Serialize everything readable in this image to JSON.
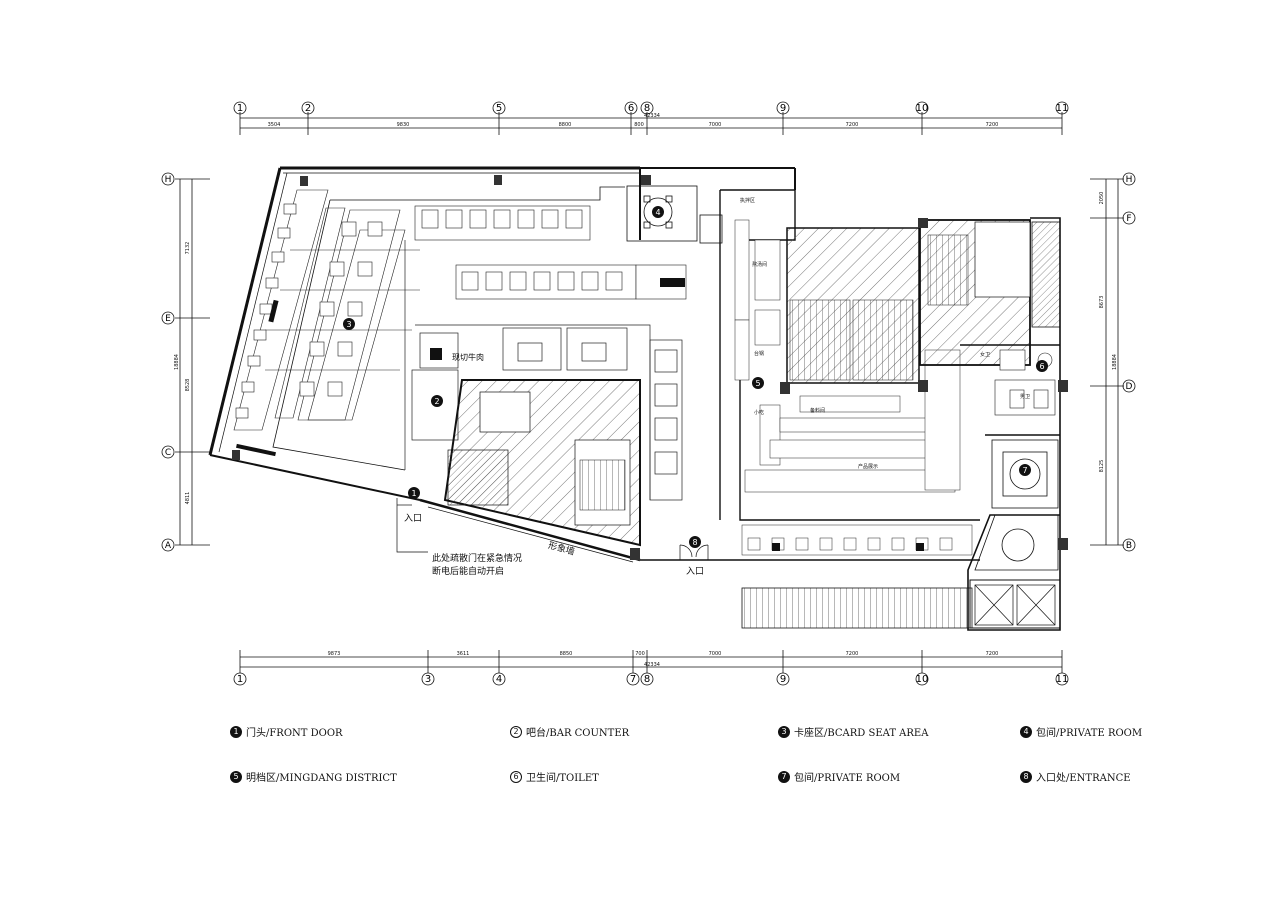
{
  "grid_top": {
    "labels": [
      "1",
      "2",
      "5",
      "6",
      "8",
      "9",
      "10",
      "11"
    ],
    "dims": [
      "3504",
      "9830",
      "8800",
      "800",
      "7000",
      "7200",
      "7200"
    ],
    "total": "42334"
  },
  "grid_bottom": {
    "labels": [
      "1",
      "3",
      "4",
      "7",
      "8",
      "9",
      "10",
      "11"
    ],
    "dims": [
      "9873",
      "3611",
      "8850",
      "700",
      "7000",
      "7200",
      "7200"
    ],
    "total": "42334"
  },
  "grid_left": {
    "labels": [
      "H",
      "E",
      "C",
      "A"
    ],
    "dims": [
      "7132",
      "8528",
      "4811"
    ],
    "total": "18884"
  },
  "grid_right": {
    "labels": [
      "H",
      "F",
      "D",
      "B"
    ],
    "dims": [
      "2050",
      "8673",
      "8125"
    ],
    "total": "18884"
  },
  "plan_labels": {
    "entrance_left": "入口",
    "entrance_right": "入口",
    "feature_wall": "形象墙",
    "emergency_note_1": "此处疏散门在紧急情况",
    "emergency_note_2": "断电后能自动开启",
    "cutting_room": "现切牛肉",
    "circle_4": "4",
    "circle_3": "3",
    "circle_2": "2",
    "circle_1": "1",
    "circle_5": "5",
    "circle_6": "6",
    "circle_7": "7",
    "circle_8": "8",
    "small_1": "执拌区",
    "small_2": "熬汤间",
    "small_3": "小吃",
    "small_4": "备料间",
    "small_5": "台锅",
    "small_6": "产品展示",
    "small_7": "男卫",
    "small_8": "女卫"
  },
  "legend": [
    {
      "num": "1",
      "text": "门头/FRONT DOOR",
      "style": "filled"
    },
    {
      "num": "2",
      "text": "吧台/BAR COUNTER",
      "style": "outline"
    },
    {
      "num": "3",
      "text": "卡座区/BCARD SEAT AREA",
      "style": "filled"
    },
    {
      "num": "4",
      "text": "包间/PRIVATE ROOM",
      "style": "filled"
    },
    {
      "num": "5",
      "text": "明档区/MINGDANG DISTRICT",
      "style": "filled"
    },
    {
      "num": "6",
      "text": "卫生间/TOILET",
      "style": "outline"
    },
    {
      "num": "7",
      "text": "包间/PRIVATE ROOM",
      "style": "filled"
    },
    {
      "num": "8",
      "text": "入口处/ENTRANCE",
      "style": "filled"
    }
  ],
  "colors": {
    "line": "#111111",
    "hatch": "#555555",
    "paper": "#ffffff"
  }
}
